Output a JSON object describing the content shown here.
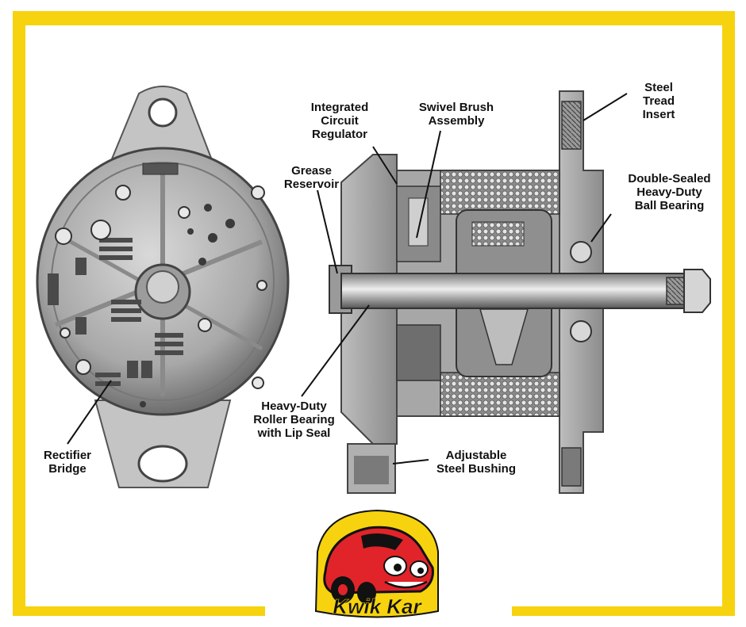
{
  "colors": {
    "frame": "#f6d30e",
    "metal_light": "#c8c8c8",
    "metal_mid": "#9a9a9a",
    "metal_dark": "#5a5a5a",
    "logo_red": "#e0242a",
    "logo_yellow": "#f6d30e"
  },
  "labels": {
    "integrated_circuit_regulator": "Integrated\nCircuit\nRegulator",
    "swivel_brush_assembly": "Swivel Brush\nAssembly",
    "steel_tread_insert": "Steel\nTread\nInsert",
    "grease_reservoir": "Grease\nReservoir",
    "double_sealed_ball_bearing": "Double-Sealed\nHeavy-Duty\nBall Bearing",
    "heavy_duty_roller_bearing": "Heavy-Duty\nRoller Bearing\nwith Lip Seal",
    "rectifier_bridge": "Rectifier\nBridge",
    "adjustable_steel_bushing": "Adjustable\nSteel Bushing"
  },
  "logo": {
    "text": "Kwik Kar"
  }
}
